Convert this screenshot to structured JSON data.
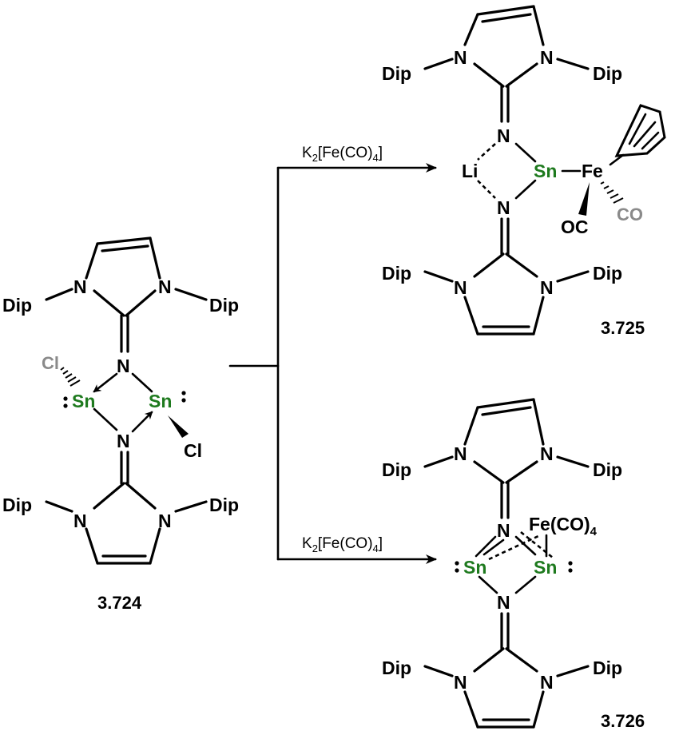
{
  "labels": {
    "dip": "Dip",
    "n": "N",
    "sn": "Sn",
    "cl": "Cl",
    "li": "Li",
    "fe": "Fe",
    "oc": "OC",
    "co": "CO",
    "fe_co4_main": "Fe(CO)",
    "fe_co4_sub": "4"
  },
  "reagent": {
    "main_a": "K",
    "sub": "2",
    "main_b": "[Fe(CO)",
    "sub2": "4",
    "main_c": "]"
  },
  "compounds": {
    "start": "3.724",
    "top_product": "3.725",
    "bottom_product": "3.726"
  },
  "colors": {
    "tin": "#1e7a1e",
    "grey_ligand": "#8a8a8a",
    "bond": "#000000"
  }
}
